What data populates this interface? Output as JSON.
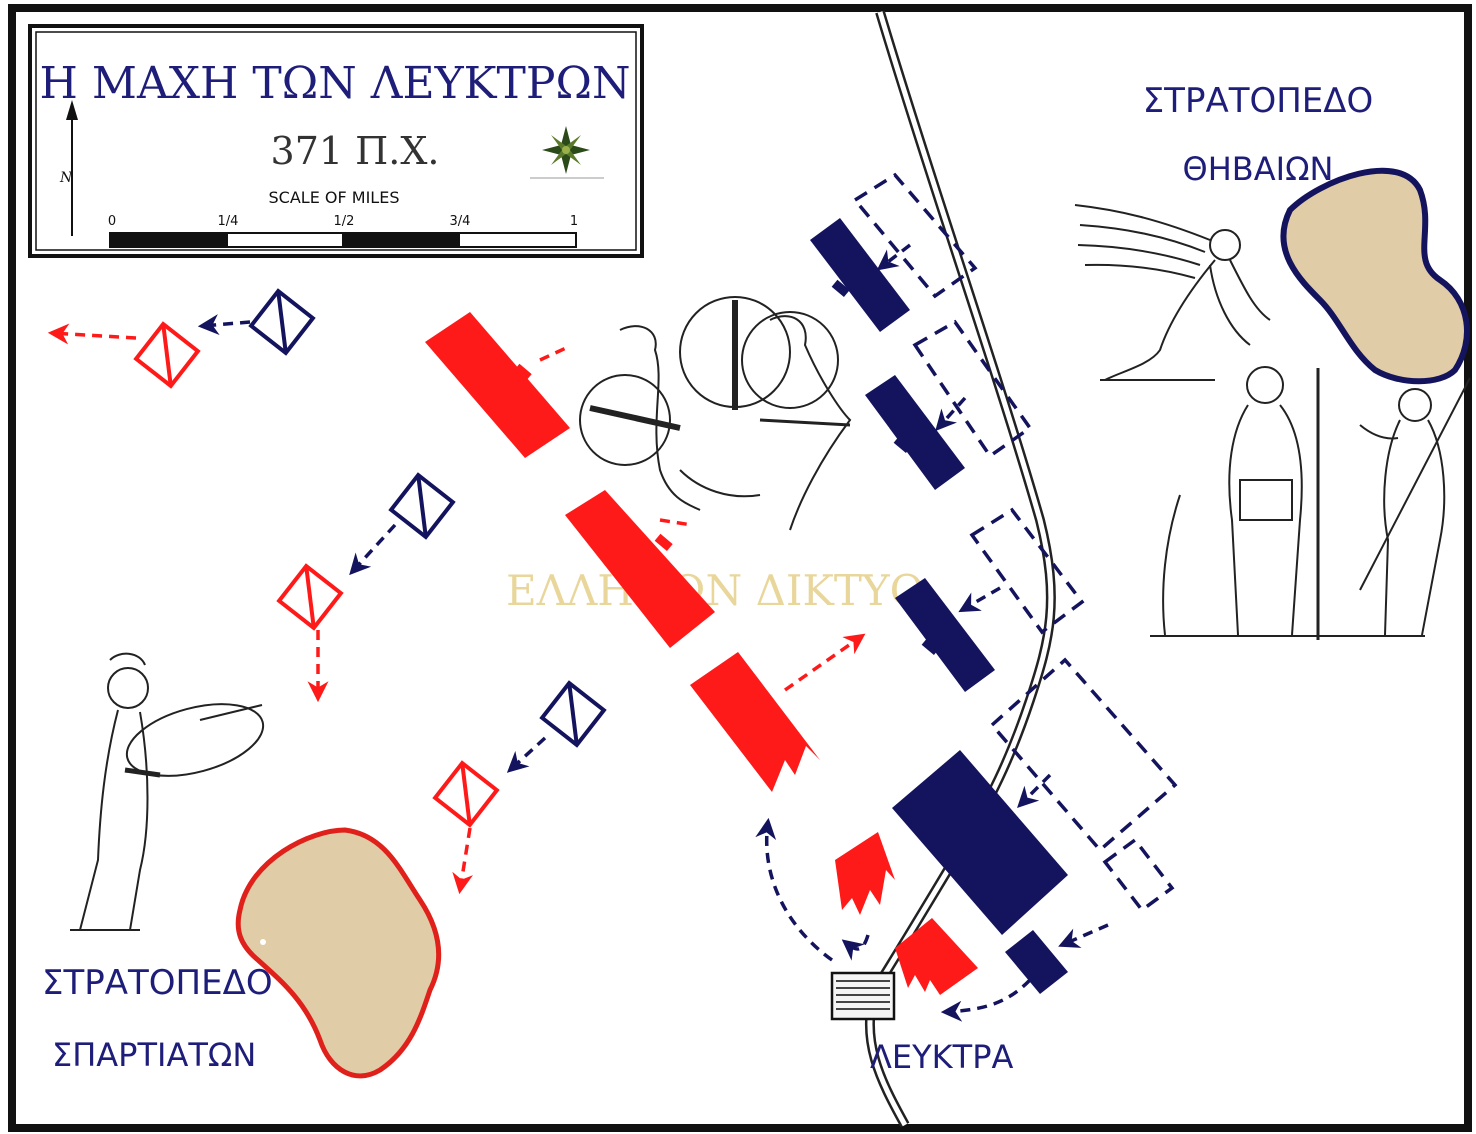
{
  "legend": {
    "title": "Η ΜΑΧΗ ΤΩΝ ΛΕΥΚΤΡΩΝ",
    "date": "371 Π.Χ.",
    "north": "N",
    "scale_title": "SCALE OF MILES",
    "scale_ticks": [
      "0",
      "1/4",
      "1/2",
      "3/4",
      "1"
    ]
  },
  "labels": {
    "theban_camp_line1": "ΣΤΡΑΤΟΠΕΔΟ",
    "theban_camp_line2": "ΘΗΒΑΙΩΝ",
    "spartan_camp_line1": "ΣΤΡΑΤΟΠΕΔΟ",
    "spartan_camp_line2": "ΣΠΑΡΤΙΑΤΩΝ",
    "town": "ΛΕΥΚΤΡΑ",
    "watermark": "ΕΛΛΗΝΩΝ ΔΙΚΤΥΟ"
  },
  "colors": {
    "spartan": "#ff1a1a",
    "theban": "#14145e",
    "camp_fill": "#e0cca6",
    "frame": "#111111"
  },
  "icons": [
    "compass-star-icon",
    "north-arrow-icon"
  ]
}
